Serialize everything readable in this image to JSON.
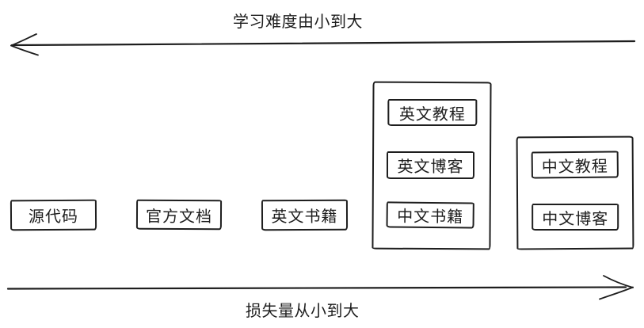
{
  "diagram": {
    "background": "#ffffff",
    "stroke_color": "#1e1e1e",
    "top_arrow": {
      "label": "学习难度由小到大",
      "direction": "left"
    },
    "bottom_arrow": {
      "label": "损失量从小到大",
      "direction": "right"
    },
    "standalone_boxes": [
      {
        "id": "source-code",
        "label": "源代码"
      },
      {
        "id": "official-docs",
        "label": "官方文档"
      },
      {
        "id": "english-books",
        "label": "英文书籍"
      }
    ],
    "groups": [
      {
        "id": "group-middle",
        "boxes": [
          {
            "id": "english-tutorials",
            "label": "英文教程"
          },
          {
            "id": "english-blogs",
            "label": "英文博客"
          },
          {
            "id": "chinese-books",
            "label": "中文书籍"
          }
        ]
      },
      {
        "id": "group-right",
        "boxes": [
          {
            "id": "chinese-tutorials",
            "label": "中文教程"
          },
          {
            "id": "chinese-blogs",
            "label": "中文博客"
          }
        ]
      }
    ]
  }
}
